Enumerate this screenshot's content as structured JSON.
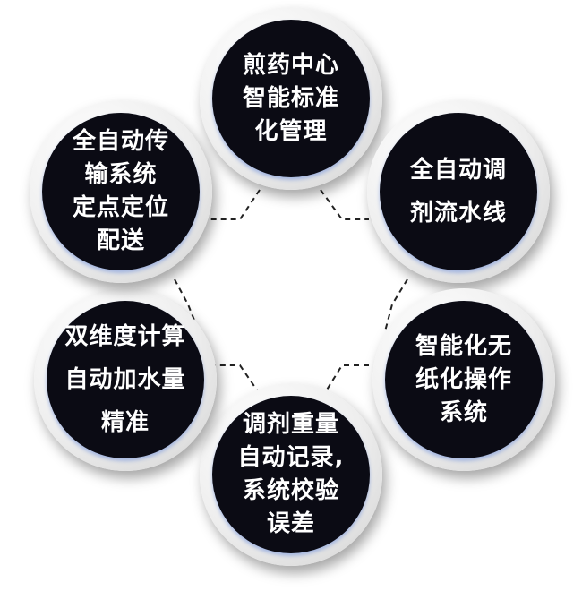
{
  "nodes": [
    {
      "id": "top",
      "lines": [
        "煎药中心",
        "智能标准",
        "化管理"
      ]
    },
    {
      "id": "right-top",
      "lines": [
        "全自动调",
        "剂流水线"
      ]
    },
    {
      "id": "right-bottom",
      "lines": [
        "智能化无",
        "纸化操作",
        "系统"
      ]
    },
    {
      "id": "bottom",
      "lines": [
        "调剂重量",
        "自动记录,",
        "系统校验",
        "误差"
      ]
    },
    {
      "id": "left-bottom",
      "lines": [
        "双维度计算",
        "自动加水量",
        "精准"
      ]
    },
    {
      "id": "left-top",
      "lines": [
        "全自动传",
        "输系统",
        "定点定位",
        "配送"
      ]
    }
  ]
}
